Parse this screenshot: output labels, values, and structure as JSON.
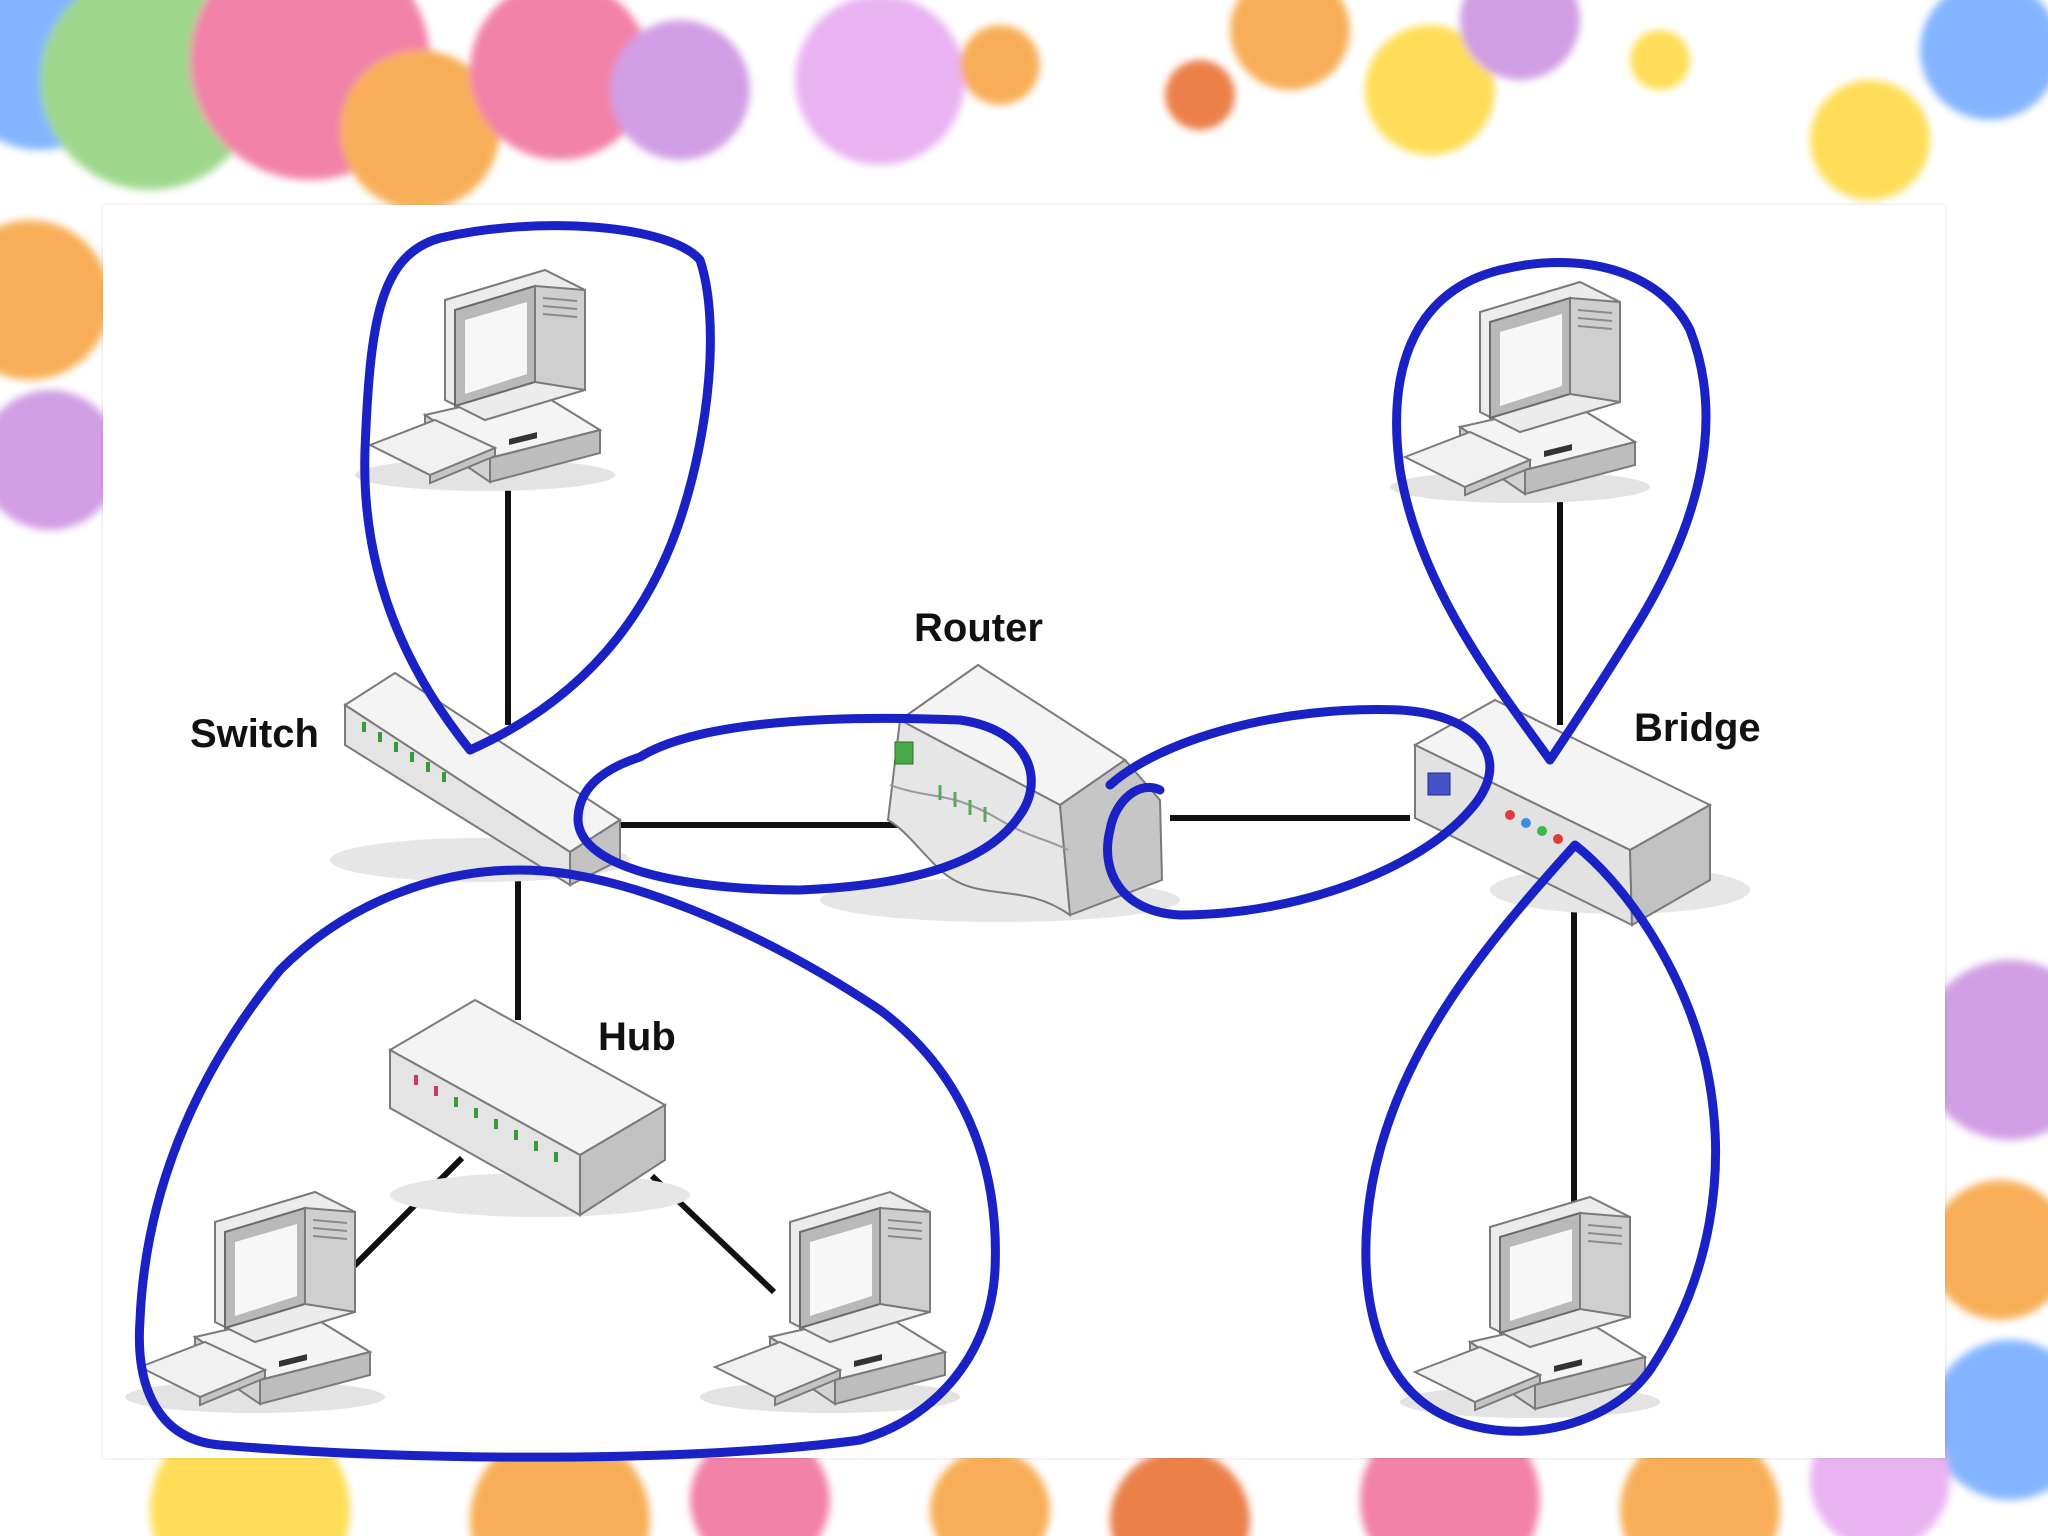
{
  "labels": {
    "switch": "Switch",
    "router": "Router",
    "bridge": "Bridge",
    "hub": "Hub"
  },
  "colors": {
    "annotation_stroke": "#1a22c6",
    "link_stroke": "#111111",
    "device_face": "#f2f2f2",
    "device_side": "#c9c9c9",
    "background_bokeh": [
      "#f7a13a",
      "#f06d9a",
      "#c98de0",
      "#ffd83a",
      "#6fa8ff",
      "#8fd17a"
    ]
  },
  "icons": {
    "computer": "desktop-computer-icon",
    "switch": "network-switch-icon",
    "router": "router-icon",
    "hub": "hub-icon",
    "bridge": "bridge-icon"
  }
}
